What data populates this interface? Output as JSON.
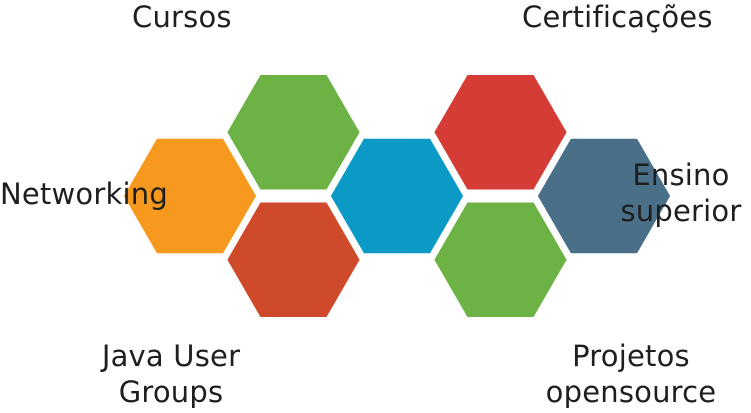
{
  "hexagons": [
    {
      "key": "center",
      "color": "#0B9AC5"
    },
    {
      "key": "top-left",
      "color": "#6CB245"
    },
    {
      "key": "top-right",
      "color": "#D63C36"
    },
    {
      "key": "left",
      "color": "#F7991F"
    },
    {
      "key": "right",
      "color": "#4A7089"
    },
    {
      "key": "bottom-left",
      "color": "#CF4A2A"
    },
    {
      "key": "bottom-right",
      "color": "#6CB245"
    }
  ],
  "labels": {
    "cursos": [
      "Cursos"
    ],
    "certificacoes": [
      "Certificações"
    ],
    "networking": [
      "Networking"
    ],
    "ensino_superior": [
      "Ensino",
      "superior"
    ],
    "java_user_groups": [
      "Java User",
      "Groups"
    ],
    "projetos_opensource": [
      "Projetos",
      "opensource"
    ]
  }
}
